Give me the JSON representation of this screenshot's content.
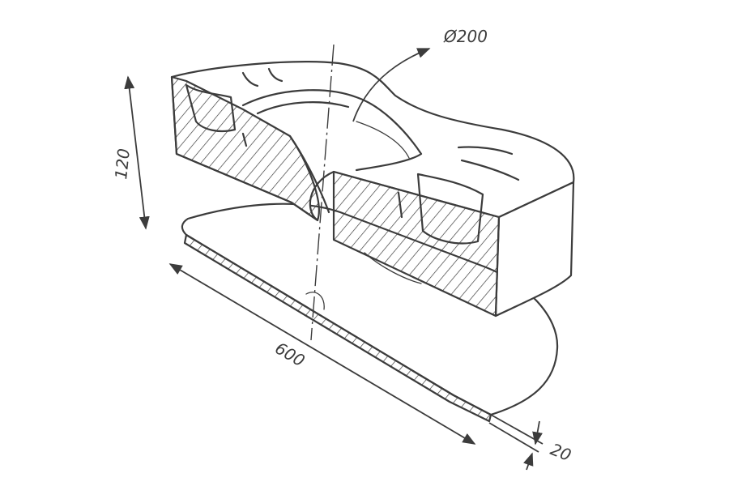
{
  "drawing": {
    "ink_color": "#3c3c3c",
    "background": "#ffffff"
  },
  "dimensions": {
    "diameter": "Ø200",
    "height": "120",
    "length": "600",
    "thickness": "20"
  }
}
